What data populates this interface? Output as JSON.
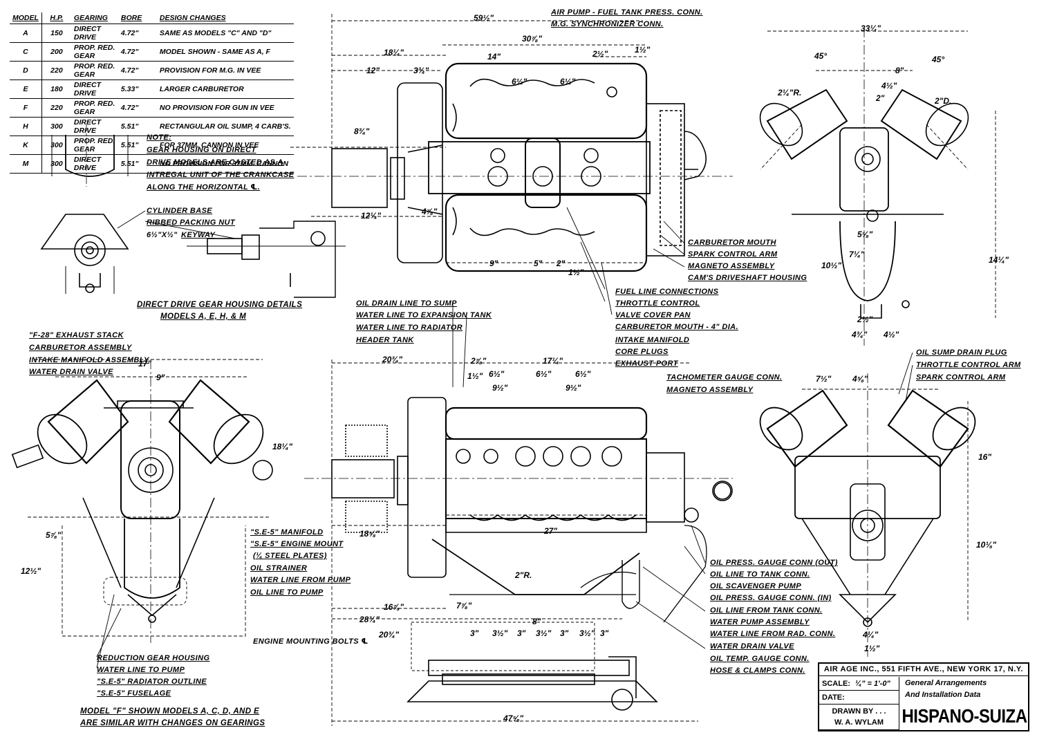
{
  "model_table": {
    "headers": [
      "Model",
      "H.P.",
      "Gearing",
      "Bore",
      "Design Changes"
    ],
    "rows": [
      [
        "A",
        "150",
        "Direct Drive",
        "4.72\"",
        "Same As Models \"C\" and \"D\""
      ],
      [
        "C",
        "200",
        "Prop. Red. Gear",
        "4.72\"",
        "Model Shown - Same As A, F"
      ],
      [
        "D",
        "220",
        "Prop. Red. Gear",
        "4.72\"",
        "Provision For M.G. In Vee"
      ],
      [
        "E",
        "180",
        "Direct Drive",
        "5.33\"",
        "Larger Carburetor"
      ],
      [
        "F",
        "220",
        "Prop. Red. Gear",
        "4.72\"",
        "No Provision For Gun In Vee"
      ],
      [
        "H",
        "300",
        "Direct Drive",
        "5.51\"",
        "Rectangular Oil Sump, 4 Carb's."
      ],
      [
        "K",
        "300",
        "Prop. Red. Gear",
        "5.51\"",
        "For 37mm. Cannon In Vee"
      ],
      [
        "M",
        "300",
        "Direct Drive",
        "5.51\"",
        "No Provision For 37mm. Cannon"
      ]
    ]
  },
  "note": {
    "title": "Note:",
    "lines": [
      "Gear Housing On Direct",
      "Drive Models Are Casted As A",
      "Intregal Unit Of The Crankcase",
      "Along The Horizontal ℄."
    ]
  },
  "gear_housing": {
    "labels": [
      "Cylinder Base",
      "Ribbed Packing Nut",
      "Keyway"
    ],
    "keyway_dim": "6½\"x½\"",
    "caption_1": "Direct Drive Gear Housing Details",
    "caption_2": "Models A, E, H, & M"
  },
  "top_view_labels": {
    "top": [
      "Air Pump - Fuel Tank Press. Conn.",
      "M.G. Synchronizer Conn."
    ],
    "right": [
      "Carburetor Mouth",
      "Spark Control Arm",
      "Magneto Assembly",
      "Cam's Driveshaft Housing"
    ],
    "bottom": [
      "Fuel Line Connections",
      "Throttle Control",
      "Valve Cover Pan",
      "Carburetor Mouth - 4\" Dia.",
      "Intake Manifold",
      "Core Plugs",
      "Exhaust Port"
    ]
  },
  "side_view_labels": {
    "top_left": [
      "Oil Drain Line To Sump",
      "Water Line To Expansion Tank",
      "Water Line To Radiator",
      "Header Tank"
    ],
    "middle": [
      "\"S.E-5\" Manifold",
      "\"S.E-5\" Engine Mount",
      "(¼ Steel Plates)",
      "Oil Strainer",
      "Water Line From Pump",
      "Oil Line To Pump"
    ],
    "right": [
      "Oil Press. Gauge Conn (Out)",
      "Oil Line To Tank Conn.",
      "Oil Scavenger Pump",
      "Oil Press. Gauge Conn. (In)",
      "Oil Line From Tank Conn.",
      "Water Pump Assembly",
      "Water Line From Rad. Conn.",
      "Water Drain Valve",
      "Oil Temp. Gauge Conn.",
      "Hose & Clamps Conn."
    ],
    "bolts": "Engine Mounting Bolts ℄"
  },
  "front_view_labels": {
    "top": [
      "\"F-28\" Exhaust Stack",
      "Carburetor Assembly",
      "Intake Manifold Assembly",
      "Water Drain Valve"
    ],
    "bottom": [
      "Reduction Gear Housing",
      "Water Line To Pump",
      "\"S.E-5\" Radiator Outline",
      "\"S.E-5\" Fuselage"
    ],
    "caption_1": "Model \"F\" Shown   Models A, C, D, And E",
    "caption_2": "Are Similar With Changes On Gearings"
  },
  "rear_view_labels": {
    "top_right": [
      "Oil Sump Drain Plug",
      "Throttle Control Arm",
      "Spark Control Arm"
    ],
    "top_left": [
      "Tachometer Gauge Conn.",
      "Magneto Assembly"
    ]
  },
  "dimensions": {
    "d59": "59½\"",
    "d30": "30⅞\"",
    "d18a": "18¼\"",
    "d14": "14\"",
    "d12": "12\"",
    "d3a": "3¾\"",
    "d2a": "2½\"",
    "d1a": "1½\"",
    "d6a": "6½\"",
    "d6b": "6½\"",
    "d8a": "8¾\"",
    "d12b": "12¼\"",
    "d4a": "4⅞\"",
    "d9a": "9\"",
    "d5a": "5\"",
    "d2b": "2\"",
    "d1b": "1½\"",
    "d33": "33¼\"",
    "d45a": "45°",
    "d45b": "45°",
    "d8b": "8\"",
    "d4b": "4½\"",
    "d2c": "2\"",
    "d2d": "2¼\"R.",
    "d2e": "2\"D.",
    "d14b": "14¼\"",
    "d10": "10½\"",
    "d7a": "7¼\"",
    "d5b": "5⅝\"",
    "d2f": "2½\"",
    "d4c": "4¾\"",
    "d4d": "4½\"",
    "d17": "17\"",
    "d9b": "9\"",
    "d18b": "18¼\"",
    "d12c": "12½\"",
    "d5c": "5⅞\"",
    "d20a": "20¾\"",
    "d2g": "2⅞\"",
    "d17b": "17¼\"",
    "d6c": "6½\"",
    "d6d": "6½\"",
    "d6e": "6½\"",
    "d9c": "9½\"",
    "d9d": "9½\"",
    "d1c": "1½\"",
    "d27": "27\"",
    "d18c": "18⅝\"",
    "d16": "16⅞\"",
    "d7b": "7⅞\"",
    "d28": "28¾\"",
    "d8c": "8\"",
    "d2h": "2\"R.",
    "d20b": "20¾\"",
    "d47": "47⅝\"",
    "d3s": [
      "3\"",
      "3½\"",
      "3\"",
      "3½\"",
      "3\"",
      "3½\"",
      "3\""
    ],
    "d7c": "7½\"",
    "d4e": "4⅝\"",
    "d16b": "16\"",
    "d10b": "10⅛\"",
    "d4f": "4¼\"",
    "d1d": "1½\""
  },
  "title_block": {
    "publisher": "AIR AGE INC., 551 FIFTH AVE., NEW YORK 17, N.Y.",
    "scale_label": "SCALE:",
    "scale_value": "¼\" = 1'-0\"",
    "date_label": "DATE:",
    "drawn_by_label": "DRAWN BY . . .",
    "drawn_by_name": "W. A. WYLAM",
    "description_1": "General Arrangements",
    "description_2": "And Installation Data",
    "engine_name": "HISPANO-SUIZA"
  }
}
